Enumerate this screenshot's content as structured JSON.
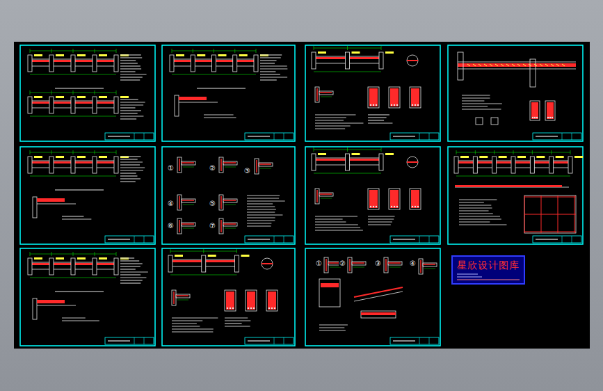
{
  "diagram": {
    "nodes": [
      {
        "text": [
          "星欣设计图库"
        ]
      }
    ],
    "edges": [],
    "labels": [
      "①",
      "②",
      "③",
      "④",
      "⑤",
      "⑥",
      "⑦",
      "①",
      "②",
      "③",
      "④"
    ]
  }
}
